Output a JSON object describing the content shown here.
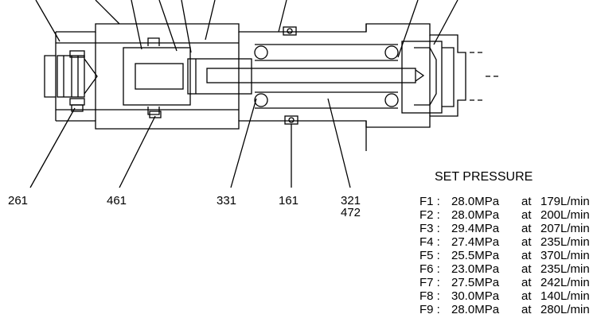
{
  "labels": [
    {
      "id": "l261",
      "text": "261"
    },
    {
      "id": "l461",
      "text": "461"
    },
    {
      "id": "l331",
      "text": "331"
    },
    {
      "id": "l161",
      "text": "161"
    },
    {
      "id": "l321",
      "text": "321"
    },
    {
      "id": "l472",
      "text": "472"
    }
  ],
  "set_pressure": {
    "title": "SET PRESSURE",
    "rows": [
      {
        "id": "F1 :",
        "pressure": "28.0MPa",
        "at": "at",
        "flow": "179L/min"
      },
      {
        "id": "F2 :",
        "pressure": "28.0MPa",
        "at": "at",
        "flow": "200L/min"
      },
      {
        "id": "F3 :",
        "pressure": "29.4MPa",
        "at": "at",
        "flow": "207L/min"
      },
      {
        "id": "F4 :",
        "pressure": "27.4MPa",
        "at": "at",
        "flow": "235L/min"
      },
      {
        "id": "F5 :",
        "pressure": "25.5MPa",
        "at": "at",
        "flow": "370L/min"
      },
      {
        "id": "F6 :",
        "pressure": "23.0MPa",
        "at": "at",
        "flow": "235L/min"
      },
      {
        "id": "F7 :",
        "pressure": "27.5MPa",
        "at": "at",
        "flow": "242L/min"
      },
      {
        "id": "F8 :",
        "pressure": "30.0MPa",
        "at": "at",
        "flow": "140L/min"
      },
      {
        "id": "F9 :",
        "pressure": "28.0MPa",
        "at": "at",
        "flow": "280L/min"
      }
    ]
  }
}
